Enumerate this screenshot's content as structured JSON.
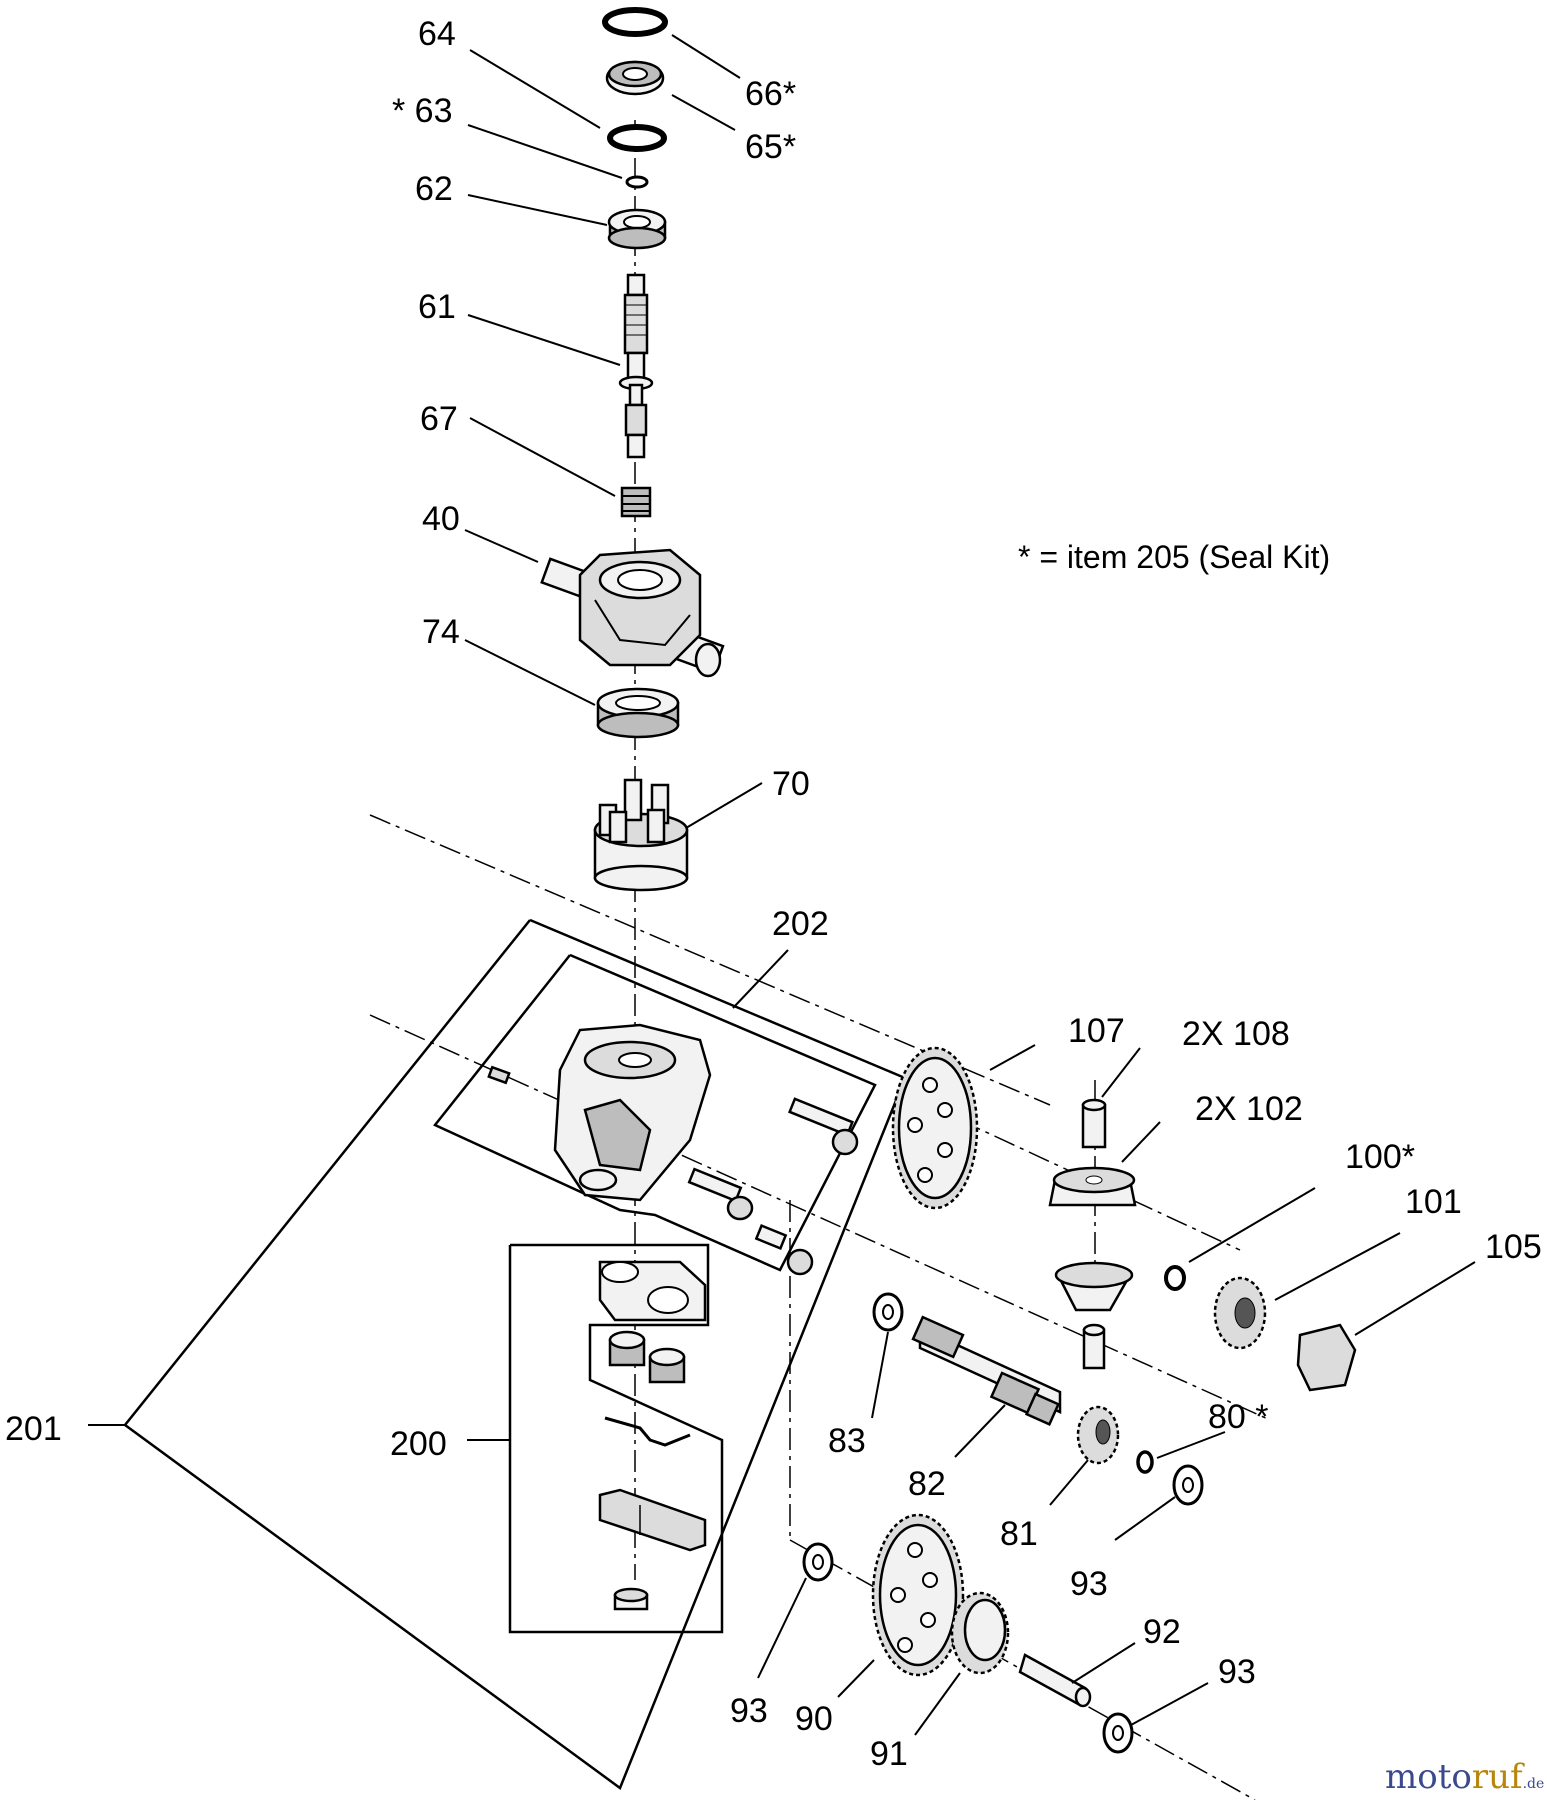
{
  "note": "* = item 205 (Seal Kit)",
  "labels": {
    "p64": "64",
    "p66": "66*",
    "p63": "* 63",
    "p65": "65*",
    "p62": "62",
    "p61": "61",
    "p67": "67",
    "p40": "40",
    "p74": "74",
    "p70": "70",
    "p202": "202",
    "p107": "107",
    "p108": "2X 108",
    "p102": "2X 102",
    "p100": "100*",
    "p101": "101",
    "p105": "105",
    "p201": "201",
    "p200": "200",
    "p83": "83",
    "p82": "82",
    "p80": "80 *",
    "p81": "81",
    "p93a": "93",
    "p93b": "93",
    "p93c": "93",
    "p90": "90",
    "p91": "91",
    "p92": "92"
  },
  "watermark": {
    "a": "moto",
    "b": "ruf",
    "c": ".de"
  }
}
